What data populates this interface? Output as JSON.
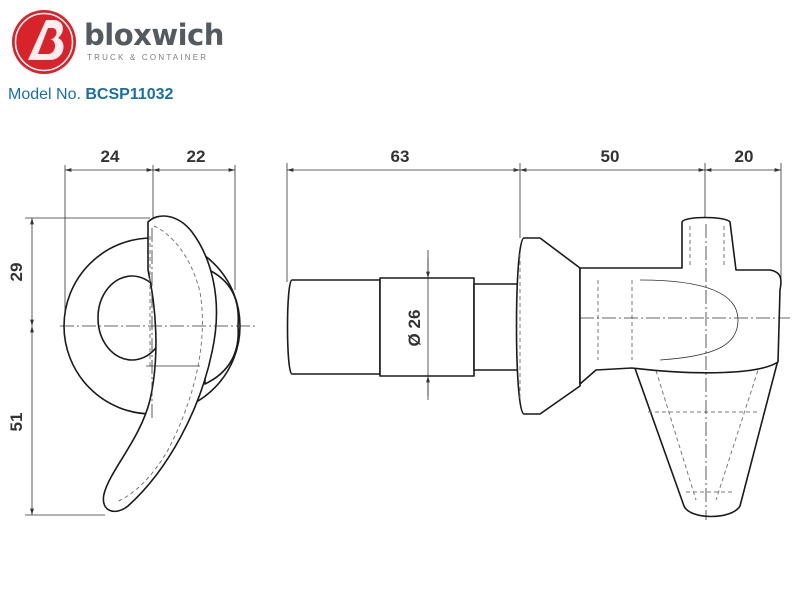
{
  "brand": {
    "name": "bloxwich",
    "tagline": "TRUCK & CONTAINER",
    "logo_color": "#d8232a"
  },
  "model": {
    "label": "Model No.",
    "number": "BCSP11032",
    "color": "#1a6ea8"
  },
  "dimensions": {
    "left_width": "24",
    "right_width": "22",
    "upper_height": "29",
    "lower_height": "51",
    "shaft_length": "63",
    "body_length": "50",
    "tip_length": "20",
    "shaft_diameter": "Ø 26"
  }
}
